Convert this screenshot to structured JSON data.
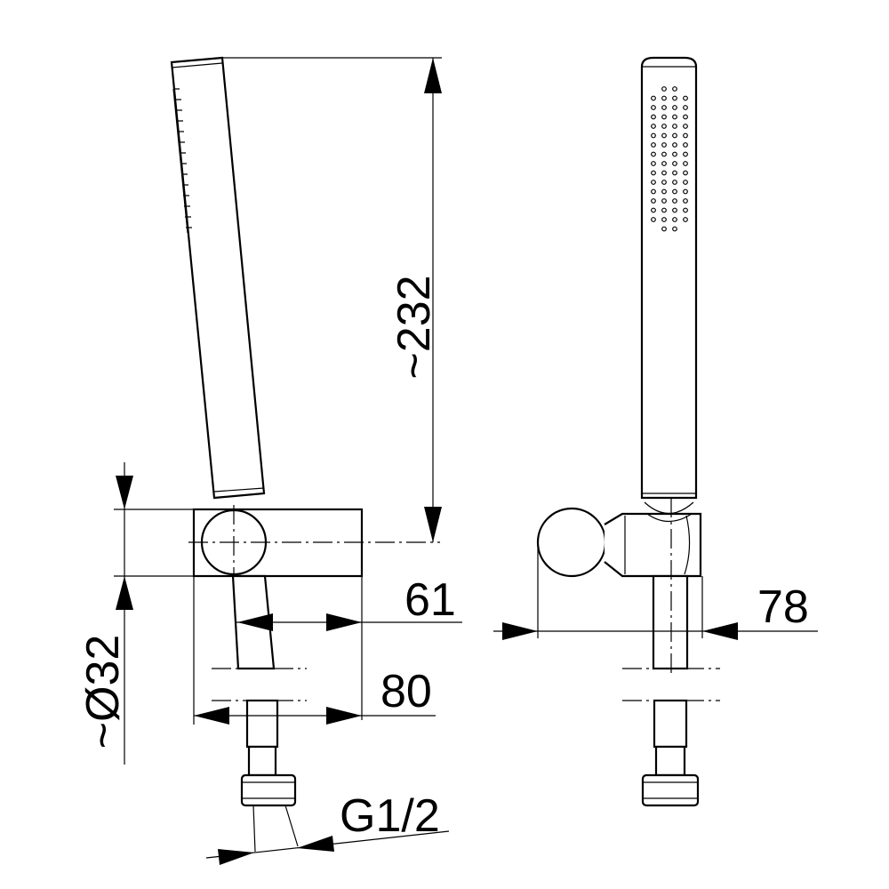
{
  "drawing": {
    "side_view": {
      "height_label": "~232",
      "diameter_label": "~Ø32",
      "depth_label": "61",
      "bracket_length_label": "80",
      "thread_label": "G1/2"
    },
    "front_view": {
      "width_label": "78"
    }
  }
}
